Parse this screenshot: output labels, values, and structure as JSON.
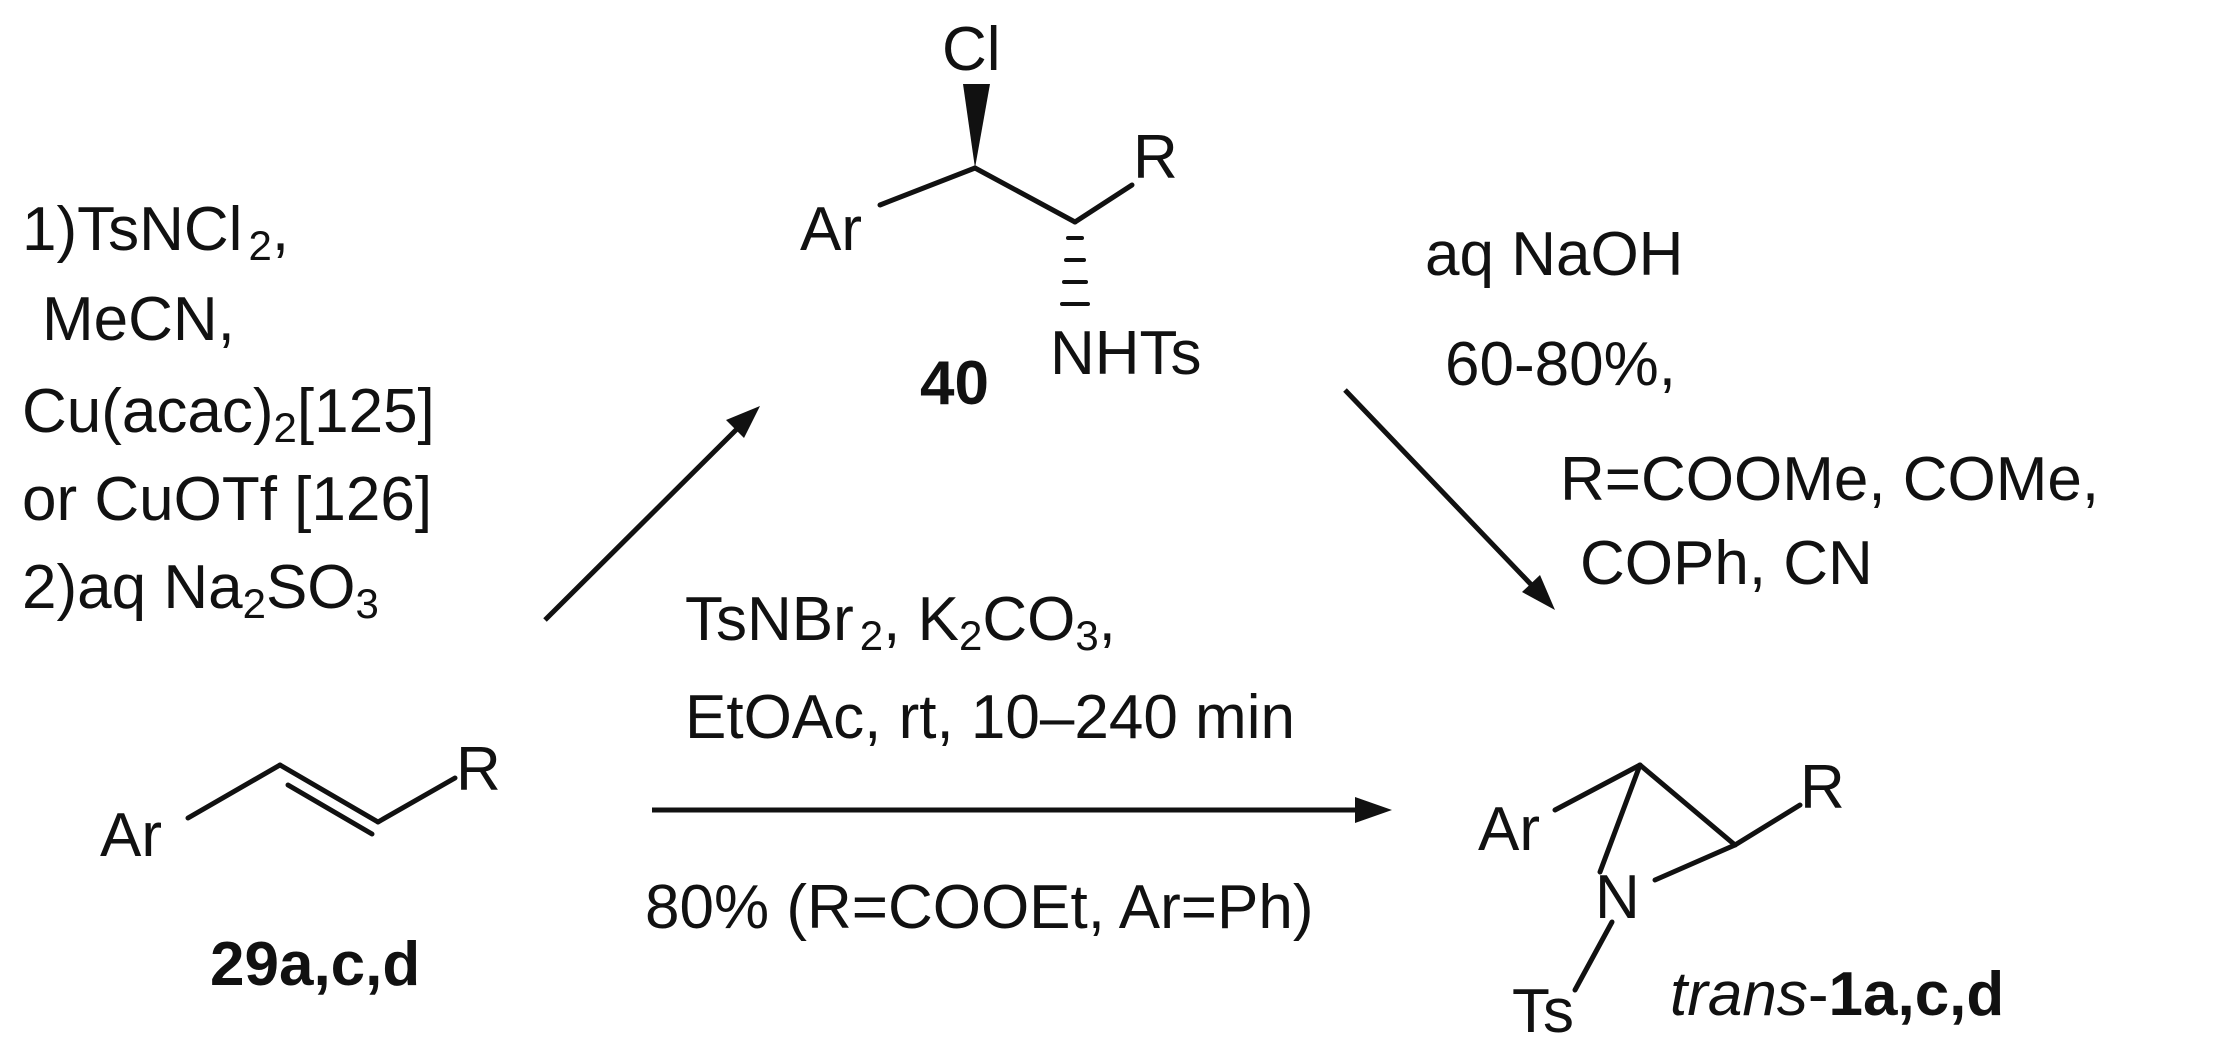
{
  "left_conditions": {
    "line1": {
      "prefix": "1)TsNCl",
      "sub": "2",
      "suffix": ","
    },
    "line2": "MeCN,",
    "line3": {
      "prefix": "Cu(acac)",
      "sub": "2",
      "suffix": "[125]"
    },
    "line4": "or CuOTf [126]",
    "line5": {
      "prefix": "2)aq Na",
      "sub1": "2",
      "mid": "SO",
      "sub2": "3"
    }
  },
  "bottom_conditions": {
    "line1": {
      "a": "TsNBr",
      "a_sub": "2",
      "b": ", K",
      "b_sub": "2",
      "c": "CO",
      "c_sub": "3",
      "d": ","
    },
    "line2": "EtOAc, rt, 10–240 min",
    "line3": "80% (R=COOEt, Ar=Ph)"
  },
  "right_conditions": {
    "line1": "aq NaOH",
    "line2": "60-80%,",
    "line3": "R=COOMe, COMe,",
    "line4": "COPh, CN"
  },
  "compound_40": {
    "id": "40",
    "cl": "Cl",
    "ar": "Ar",
    "r": "R",
    "nhts": "NHTs"
  },
  "compound_29": {
    "id": "29a,c,d",
    "ar": "Ar",
    "r": "R"
  },
  "compound_1": {
    "prefix": "trans",
    "dash": "-",
    "id": "1a,c,d",
    "ar": "Ar",
    "r": "R",
    "n": "N",
    "ts": "Ts"
  }
}
